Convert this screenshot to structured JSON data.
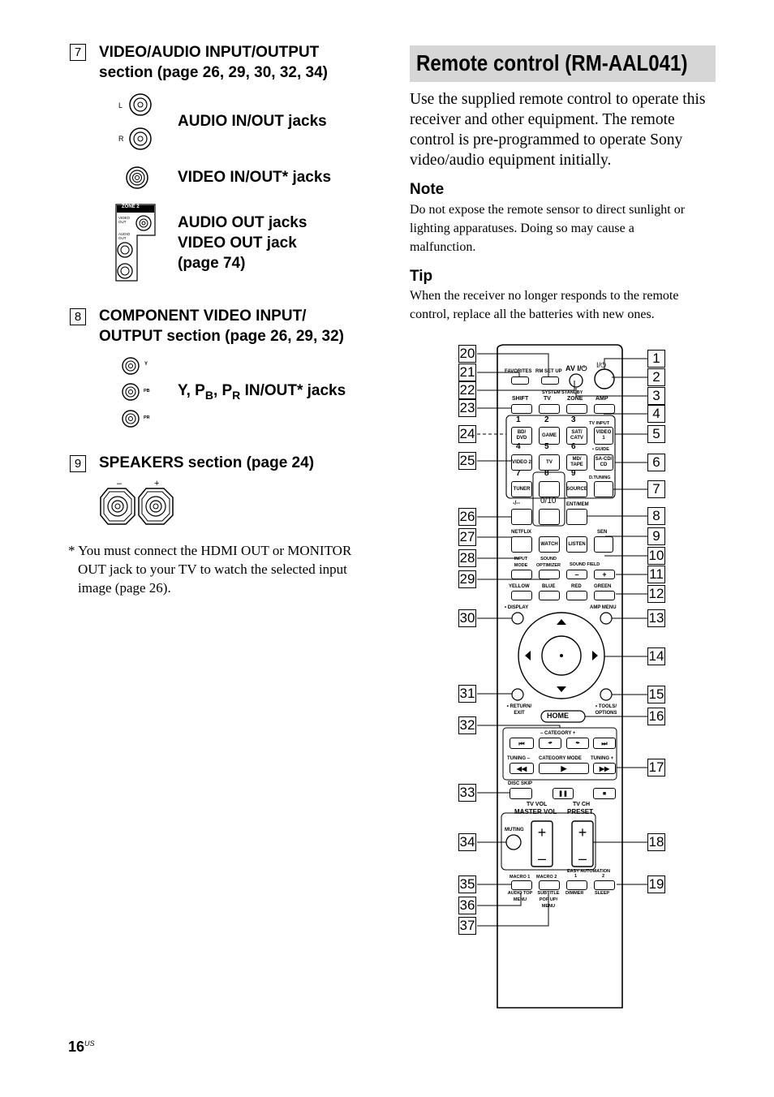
{
  "left": {
    "sec7": {
      "num": "7",
      "title_line1": "VIDEO/AUDIO INPUT/OUTPUT",
      "title_line2": "section (page 26, 29, 30, 32, 34)"
    },
    "jacks7": {
      "audio_label": "AUDIO IN/OUT jacks",
      "l": "L",
      "r": "R",
      "video_label": "VIDEO IN/OUT* jacks",
      "zone_title": "ZONE 2",
      "zone_video": "VIDEO OUT",
      "zone_audio": "AUDIO OUT",
      "zone_label_1": "AUDIO OUT jacks",
      "zone_label_2": "VIDEO OUT jack",
      "zone_label_3": "(page 74)"
    },
    "sec8": {
      "num": "8",
      "title_line1": "COMPONENT VIDEO INPUT/",
      "title_line2": "OUTPUT section (page 26, 29, 32)"
    },
    "jacks8": {
      "label_prefix": "Y, P",
      "sub_b": "B",
      "mid": ", P",
      "sub_r": "R",
      "label_suffix": " IN/OUT* jacks",
      "y": "Y",
      "pb": "PB",
      "pr": "PR"
    },
    "sec9": {
      "num": "9",
      "title": "SPEAKERS section (page 24)",
      "minus": "–",
      "plus": "+"
    },
    "footnote": {
      "line1": "* You must connect the HDMI OUT or MONITOR",
      "line2": "OUT jack to your TV to watch the selected input",
      "line3": "image (page 26)."
    }
  },
  "right": {
    "heading": "Remote control (RM-AAL041)",
    "intro": [
      "Use the supplied remote control to operate this",
      "receiver and other equipment. The remote",
      "control is pre-programmed to operate Sony",
      "video/audio equipment initially."
    ],
    "note_title": "Note",
    "note_text": [
      "Do not expose the remote sensor to direct sunlight or",
      "lighting apparatuses. Doing so may cause a",
      "malfunction."
    ],
    "tip_title": "Tip",
    "tip_text": [
      "When the receiver no longer responds to the remote",
      "control, replace all the batteries with new ones."
    ]
  },
  "remote": {
    "callouts_left": [
      "20",
      "21",
      "22",
      "23",
      "24",
      "25",
      "26",
      "27",
      "28",
      "29",
      "30",
      "31",
      "32",
      "33",
      "34",
      "35",
      "36",
      "37"
    ],
    "callouts_right": [
      "1",
      "2",
      "3",
      "4",
      "5",
      "6",
      "7",
      "8",
      "9",
      "10",
      "11",
      "12",
      "13",
      "14",
      "15",
      "16",
      "17",
      "18",
      "19"
    ],
    "labels": {
      "favorites": "FAVORITES",
      "rmsetup": "RM SET UP",
      "av": "AV I/⏻",
      "power": "I/⏻",
      "system_standby": "SYSTEM STANDBY",
      "shift": "SHIFT",
      "tv": "TV",
      "zone": "ZONE",
      "amp": "AMP",
      "tv_input": "TV INPUT",
      "k1": "1",
      "k2": "2",
      "k3": "3",
      "bd_dvd": "BD/ DVD",
      "game": "GAME",
      "sat_catv": "SAT/ CATV",
      "video1": "VIDEO 1",
      "guide": "• GUIDE",
      "k4": "4",
      "k5": "5",
      "k6": "6",
      "video2": "VIDEO 2",
      "tvkey": "TV",
      "md_tape": "MD/ TAPE",
      "sa_cd": "SA-CD/ CD",
      "k7": "7",
      "k8": "8",
      "k9": "9",
      "dtuning": "D.TUNING",
      "tuner": "TUNER",
      "source": "SOURCE",
      "dash": "-/--",
      "k010": "0/10",
      "ent_mem": "ENT/MEM",
      "netflix": "NETFLIX",
      "sen": "SEN",
      "watch": "WATCH",
      "listen": "LISTEN",
      "input_mode": "INPUT MODE",
      "sound_optimizer": "SOUND OPTIMIZER",
      "sound_field": "SOUND FIELD",
      "minus": "–",
      "plus": "+",
      "yellow": "YELLOW",
      "blue": "BLUE",
      "red": "RED",
      "green": "GREEN",
      "display": "• DISPLAY",
      "amp_menu": "AMP MENU",
      "return_exit": "• RETURN/ EXIT",
      "tools_options": "• TOOLS/ OPTIONS",
      "home": "HOME",
      "category": "– CATEGORY +",
      "tuning_minus": "TUNING –",
      "category_mode": "CATEGORY MODE",
      "tuning_plus": "TUNING +",
      "disc_skip": "DISC SKIP",
      "tv_vol": "TV VOL",
      "master_vol": "MASTER VOL",
      "tv_ch": "TV CH",
      "preset": "PRESET",
      "muting": "MUTING",
      "easy_automation": "EASY AUTOMATION",
      "ea1": "1",
      "ea2": "2",
      "macro1": "MACRO 1",
      "macro2": "MACRO 2",
      "audio_top_menu": "AUDIO TOP MENU",
      "subtitle_popup": "SUBTITLE POP UP/ MENU",
      "dimmer": "DIMMER",
      "sleep": "SLEEP"
    }
  },
  "page": {
    "number": "16",
    "suffix": "US"
  }
}
